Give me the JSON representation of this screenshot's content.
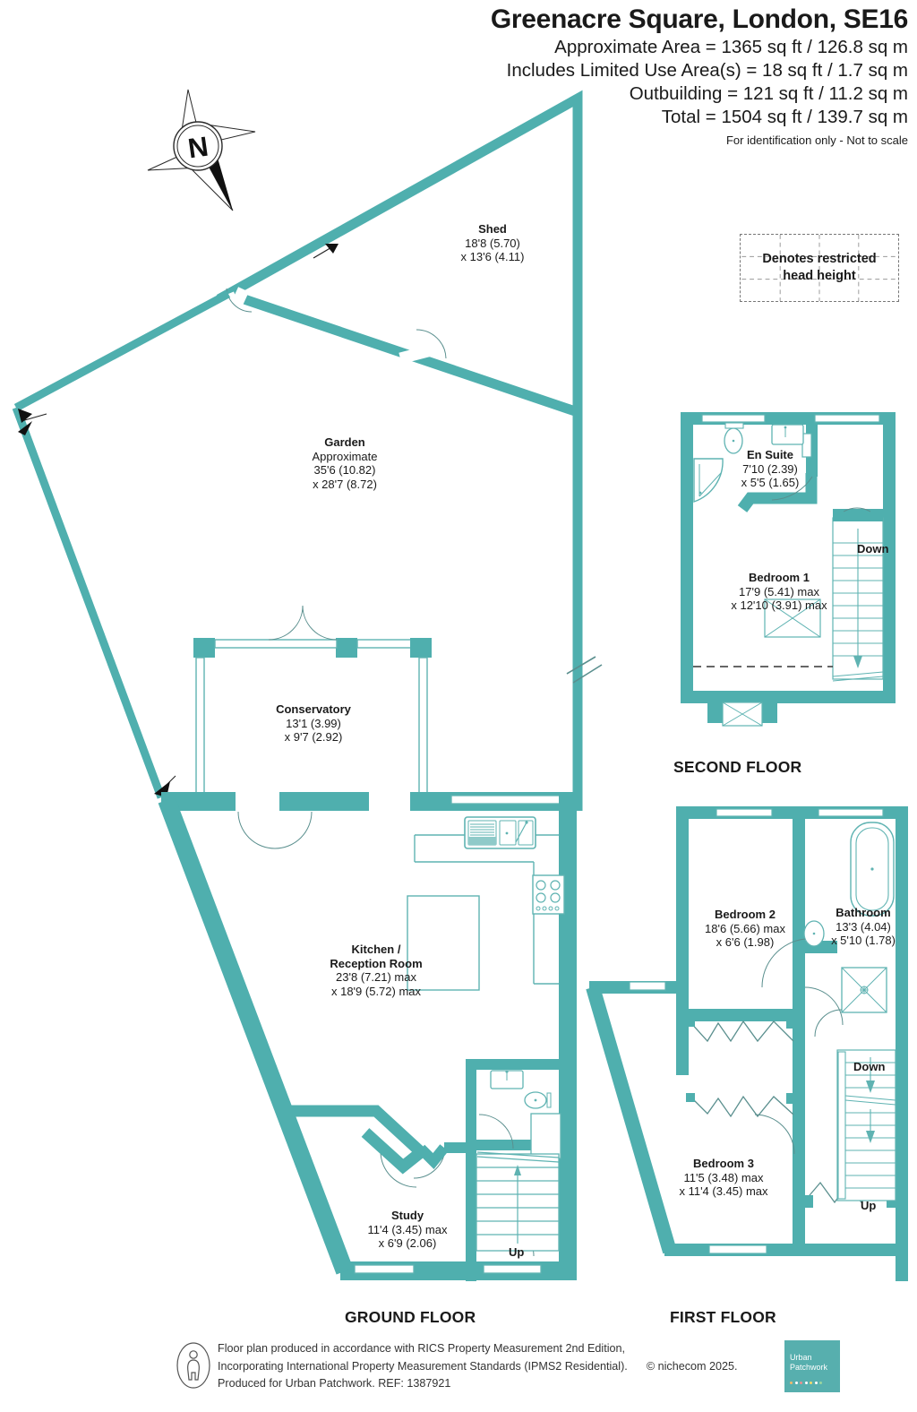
{
  "header": {
    "title": "Greenacre Square, London, SE16",
    "lines": [
      "Approximate Area = 1365 sq ft / 126.8 sq m",
      "Includes Limited Use Area(s) = 18 sq ft / 1.7 sq m",
      "Outbuilding = 121 sq ft / 11.2 sq m",
      "Total = 1504 sq ft / 139.7 sq m"
    ],
    "note": "For identification only - Not to scale"
  },
  "compass": {
    "north_letter": "N"
  },
  "legend": {
    "text_line1": "Denotes restricted",
    "text_line2": "head height"
  },
  "colors": {
    "wall": "#4fafae",
    "wall_dark": "#3f9c9b",
    "fixture_stroke": "#5fb3b2",
    "text": "#1a1a1a",
    "brand": "#57afae"
  },
  "floors": [
    {
      "id": "ground",
      "title": "GROUND FLOOR",
      "rooms": [
        {
          "name": "Shed",
          "dim1": "18'8 (5.70)",
          "dim2": "x 13'6 (4.11)"
        },
        {
          "name": "Garden",
          "sub": "Approximate",
          "dim1": "35'6 (10.82)",
          "dim2": "x 28'7 (8.72)"
        },
        {
          "name": "Conservatory",
          "dim1": "13'1 (3.99)",
          "dim2": "x 9'7 (2.92)"
        },
        {
          "name": "Kitchen /",
          "name2": "Reception Room",
          "dim1": "23'8 (7.21) max",
          "dim2": "x 18'9 (5.72) max"
        },
        {
          "name": "Study",
          "dim1": "11'4 (3.45) max",
          "dim2": "x 6'9 (2.06)"
        }
      ],
      "stairs": [
        {
          "label": "Up"
        }
      ]
    },
    {
      "id": "first",
      "title": "FIRST FLOOR",
      "rooms": [
        {
          "name": "Bedroom 2",
          "dim1": "18'6 (5.66) max",
          "dim2": "x 6'6 (1.98)"
        },
        {
          "name": "Bathroom",
          "dim1": "13'3 (4.04)",
          "dim2": "x 5'10 (1.78)"
        },
        {
          "name": "Bedroom 3",
          "dim1": "11'5 (3.48) max",
          "dim2": "x 11'4 (3.45) max"
        }
      ],
      "stairs": [
        {
          "label": "Down"
        },
        {
          "label": "Up"
        }
      ]
    },
    {
      "id": "second",
      "title": "SECOND FLOOR",
      "rooms": [
        {
          "name": "En Suite",
          "dim1": "7'10 (2.39)",
          "dim2": "x 5'5 (1.65)"
        },
        {
          "name": "Bedroom 1",
          "dim1": "17'9 (5.41) max",
          "dim2": "x 12'10 (3.91) max"
        }
      ],
      "stairs": [
        {
          "label": "Down"
        }
      ]
    }
  ],
  "footer": {
    "line1": "Floor plan produced in accordance with RICS Property Measurement 2nd Edition,",
    "line2": "Incorporating International Property Measurement Standards (IPMS2 Residential).",
    "copyright": "© nichecom 2025.",
    "line3": "Produced for Urban Patchwork.   REF:  1387921",
    "brand_line1": "Urban",
    "brand_line2": "Patchwork"
  }
}
